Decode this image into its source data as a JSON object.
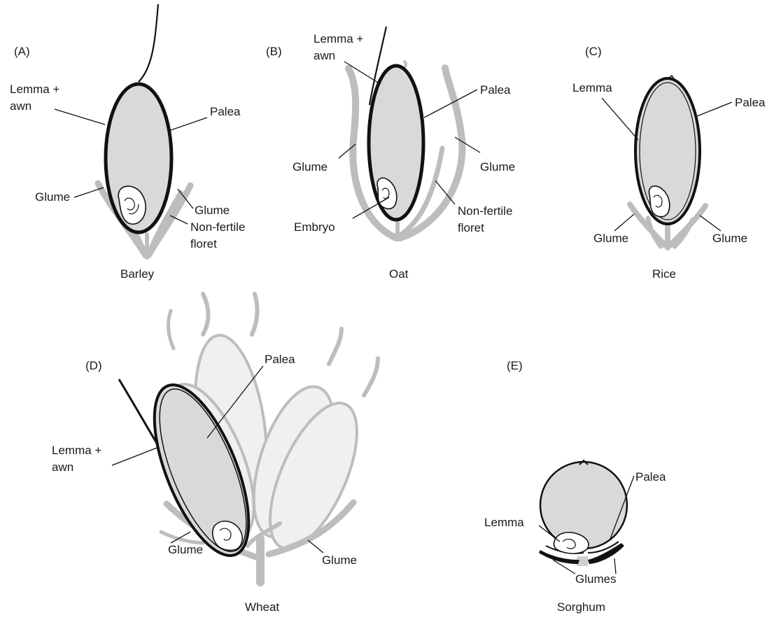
{
  "panels": [
    {
      "id": "A",
      "letter": "(A)",
      "name": "Barley",
      "labels": [
        "Lemma +",
        "awn",
        "Palea",
        "Glume",
        "Glume",
        "Non-fertile",
        "floret"
      ]
    },
    {
      "id": "B",
      "letter": "(B)",
      "name": "Oat",
      "labels": [
        "Lemma +",
        "awn",
        "Palea",
        "Glume",
        "Glume",
        "Embryo",
        "Non-fertile",
        "floret"
      ]
    },
    {
      "id": "C",
      "letter": "(C)",
      "name": "Rice",
      "labels": [
        "Lemma",
        "Palea",
        "Glume",
        "Glume"
      ]
    },
    {
      "id": "D",
      "letter": "(D)",
      "name": "Wheat",
      "labels": [
        "Palea",
        "Lemma +",
        "awn",
        "Glume",
        "Glume"
      ]
    },
    {
      "id": "E",
      "letter": "(E)",
      "name": "Sorghum",
      "labels": [
        "Lemma",
        "Palea",
        "Glumes"
      ]
    }
  ],
  "colors": {
    "kernel_fill": "#d9d9d9",
    "outline": "#111111",
    "glume_gray": "#bdbdbd",
    "ghost_fill": "#f0f0f0"
  }
}
